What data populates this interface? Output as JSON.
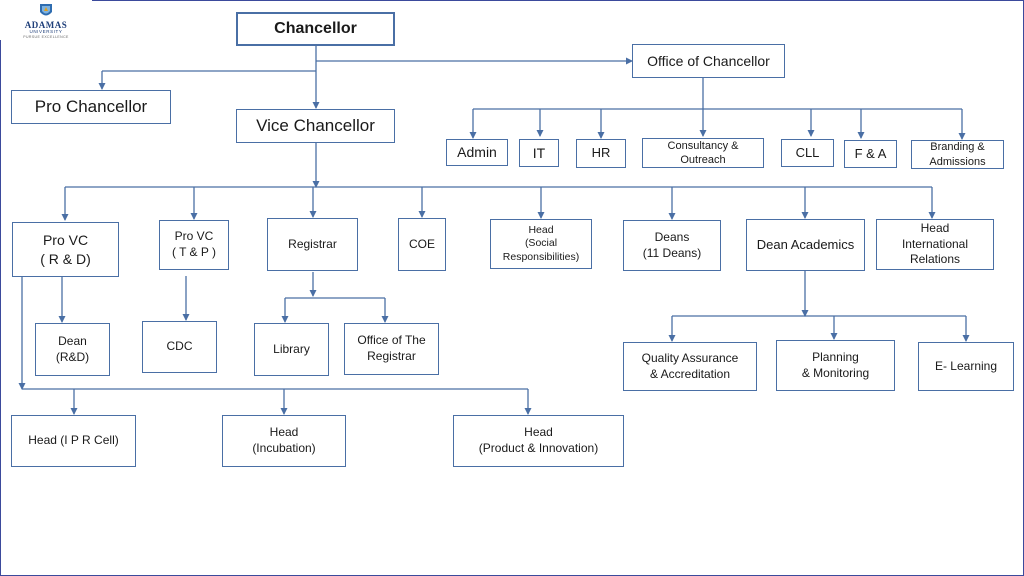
{
  "logo": {
    "name": "ADAMAS",
    "sub": "UNIVERSITY",
    "tag": "PURSUE EXCELLENCE"
  },
  "colors": {
    "connector": "#4a6fa5",
    "border": "#4a6fa5",
    "frame": "#3b4a9c"
  },
  "nodes": {
    "chancellor": "Chancellor",
    "office_of_chancellor": "Office of Chancellor",
    "pro_chancellor": "Pro Chancellor",
    "vice_chancellor": "Vice Chancellor",
    "admin": "Admin",
    "it": "IT",
    "hr": "HR",
    "consultancy_outreach": "Consultancy &\nOutreach",
    "cll": "CLL",
    "f_and_a": "F & A",
    "branding_admissions": "Branding &\nAdmissions",
    "pro_vc_rd": "Pro VC\n( R & D)",
    "pro_vc_tp": "Pro VC\n( T & P )",
    "registrar": "Registrar",
    "coe": "COE",
    "head_social": "Head\n(Social\nResponsibilities)",
    "deans": "Deans\n(11 Deans)",
    "dean_academics": "Dean Academics",
    "head_international": "Head\nInternational\nRelations",
    "dean_rd": "Dean\n(R&D)",
    "cdc": "CDC",
    "library": "Library",
    "office_of_registrar": "Office of The\nRegistrar",
    "quality_assurance": "Quality Assurance\n& Accreditation",
    "planning_monitoring": "Planning\n& Monitoring",
    "e_learning": "E- Learning",
    "head_ipr": "Head (I P R Cell)",
    "head_incubation": "Head\n(Incubation)",
    "head_product": "Head\n(Product & Innovation)"
  }
}
